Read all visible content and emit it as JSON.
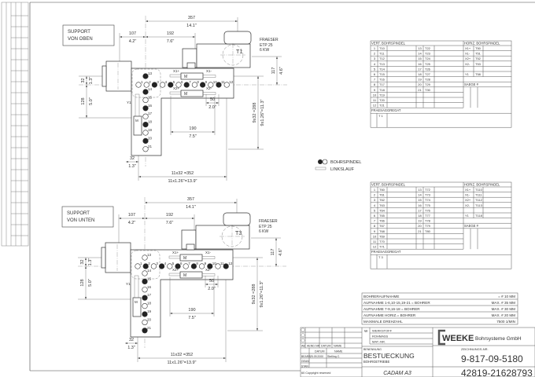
{
  "legend": {
    "spindle_label": "BOHRSPINDEL",
    "left_rotation_label": "LINKSLAUF"
  },
  "views": [
    {
      "label_line1": "SUPPORT",
      "label_line2": "VON OBEN",
      "motor_label": "T1",
      "cutter": [
        "FRAESER",
        "ETP 25",
        "6 KW"
      ],
      "spindles_filled": [
        false,
        false,
        true,
        false,
        true,
        false,
        true,
        false,
        true,
        false,
        true,
        false,
        true,
        true,
        false,
        true,
        false,
        true,
        false,
        true,
        false
      ]
    },
    {
      "label_line1": "SUPPORT",
      "label_line2": "VON UNTEN",
      "motor_label": "T3",
      "cutter": [
        "FRAESER",
        "ETP 25",
        "6 KW"
      ],
      "spindles_filled": [
        false,
        true,
        false,
        true,
        false,
        true,
        false,
        true,
        false,
        true,
        false,
        true,
        false,
        false,
        true,
        false,
        true,
        false,
        true,
        false,
        true
      ]
    }
  ],
  "dims": {
    "d357": "357",
    "d357in": "14.1\"",
    "d107": "107",
    "d107in": "4.2\"",
    "d192": "192",
    "d192in": "7.6\"",
    "d32a": "32",
    "d32ain": "1.3\"",
    "d128": "128",
    "d128in": "5.0\"",
    "d117": "117",
    "d117in": "4.6\"",
    "d50": "50",
    "d50in": "2.0\"",
    "d190": "190",
    "d190in": "7.5\"",
    "d288": "9x32 =288",
    "d288in": "9x1.26\"=11.3\"",
    "d32b": "32",
    "d32bin": "1.3\"",
    "d352": "11x32 =352",
    "d352in": "11x1.26\"=13.9\"",
    "x1p": "X1+",
    "x1m": "X1-",
    "x2p": "X2+",
    "x2m": "X2-",
    "y1": "Y1",
    "m": "M"
  },
  "tables": [
    {
      "vert_header": "VERT. BOHRSPINDEL",
      "horiz_header": "HORIZ. BOHRSPINDEL",
      "left": [
        [
          "1",
          "T10"
        ],
        [
          "2",
          "T11"
        ],
        [
          "3",
          "T12"
        ],
        [
          "4",
          "T13"
        ],
        [
          "5",
          "T14"
        ],
        [
          "6",
          "T15"
        ],
        [
          "7",
          "T16"
        ],
        [
          "8",
          "T17"
        ],
        [
          "9",
          "T18"
        ],
        [
          "10",
          "T19"
        ],
        [
          "11",
          "T20"
        ],
        [
          "12",
          "T21"
        ]
      ],
      "mid": [
        [
          "13",
          "T22"
        ],
        [
          "14",
          "T23"
        ],
        [
          "15",
          "T24"
        ],
        [
          "16",
          "T25"
        ],
        [
          "17",
          "T26"
        ],
        [
          "18",
          "T27"
        ],
        [
          "19",
          "T28"
        ],
        [
          "20",
          "T29"
        ],
        [
          "21",
          "T30"
        ]
      ],
      "horiz": [
        [
          "X1+",
          "T50"
        ],
        [
          "X1-",
          "T51"
        ],
        [
          "X2+",
          "T52"
        ],
        [
          "X2-",
          "T53"
        ],
        [
          "",
          ""
        ],
        [
          "Y1",
          "T58"
        ]
      ],
      "saw": "SAEGE #",
      "mill_header": "FRAESAGGREGAT",
      "mill_row": "T 1"
    },
    {
      "vert_header": "VERT. BOHRSPINDEL",
      "horiz_header": "HORIZ. BOHRSPINDEL",
      "left": [
        [
          "1",
          "T60"
        ],
        [
          "2",
          "T61"
        ],
        [
          "3",
          "T62"
        ],
        [
          "4",
          "T63"
        ],
        [
          "5",
          "T64"
        ],
        [
          "6",
          "T65"
        ],
        [
          "7",
          "T66"
        ],
        [
          "8",
          "T67"
        ],
        [
          "9",
          "T68"
        ],
        [
          "10",
          "T69"
        ],
        [
          "11",
          "T70"
        ],
        [
          "12",
          "T71"
        ]
      ],
      "mid": [
        [
          "13",
          "T72"
        ],
        [
          "14",
          "T73"
        ],
        [
          "15",
          "T74"
        ],
        [
          "16",
          "T75"
        ],
        [
          "17",
          "T76"
        ],
        [
          "18",
          "T77"
        ],
        [
          "19",
          "T78"
        ],
        [
          "20",
          "T79"
        ],
        [
          "21",
          "T80"
        ]
      ],
      "horiz": [
        [
          "X1+",
          "T110"
        ],
        [
          "X1-",
          "T111"
        ],
        [
          "X2+",
          "T112"
        ],
        [
          "X2-",
          "T113"
        ],
        [
          "",
          ""
        ],
        [
          "Y1",
          "T118"
        ]
      ],
      "saw": "SAEGE #",
      "mill_header": "FRAESAGGREGAT",
      "mill_row": "T 3"
    }
  ],
  "specs": [
    [
      "BOHRERAUFNAHME",
      "= # 10 MM"
    ],
    [
      "AUFNAHME   1-6,10-15,19-21 = BOHRER",
      "MAX. # 35 MM"
    ],
    [
      "AUFNAHME   7-9,16-18   =    BOHRER",
      "MAX. # 30 MM"
    ],
    [
      "AUFNAHME   HORIZ.= BOHRER",
      "MAX. # 20 MM"
    ],
    [
      "MAXIMALE DREHZAHL",
      "7500 1/MIN"
    ]
  ],
  "title_block": {
    "rev_header": [
      "AB",
      "AEND.NR",
      "DATUM",
      "NAME"
    ],
    "datum_label": "DATUM",
    "name_label": "NAME",
    "rows": [
      [
        "BEARB",
        "25.09.2000",
        "Stelling C."
      ],
      [
        "GEAN",
        "",
        ""
      ],
      [
        "STAN",
        "",
        ""
      ]
    ],
    "copyright": "60   Copyright reserved",
    "w": "W",
    "material": [
      "WERKSTOFF",
      "ROHMASS",
      "MAT.-NR."
    ],
    "benennung_label": "BENENNUNG",
    "title": "BESTUECKUNG",
    "subtitle": "BOHRGETRIEBE",
    "format": "CADAM  A3",
    "company_logo": "WEEKE",
    "company_name": "Bohrsysteme GmbH",
    "drawing_no_label": "ZEICHNUNGS-NR.",
    "drawing_no": "9-817-09-5180",
    "id_number": "42819-21628793"
  }
}
